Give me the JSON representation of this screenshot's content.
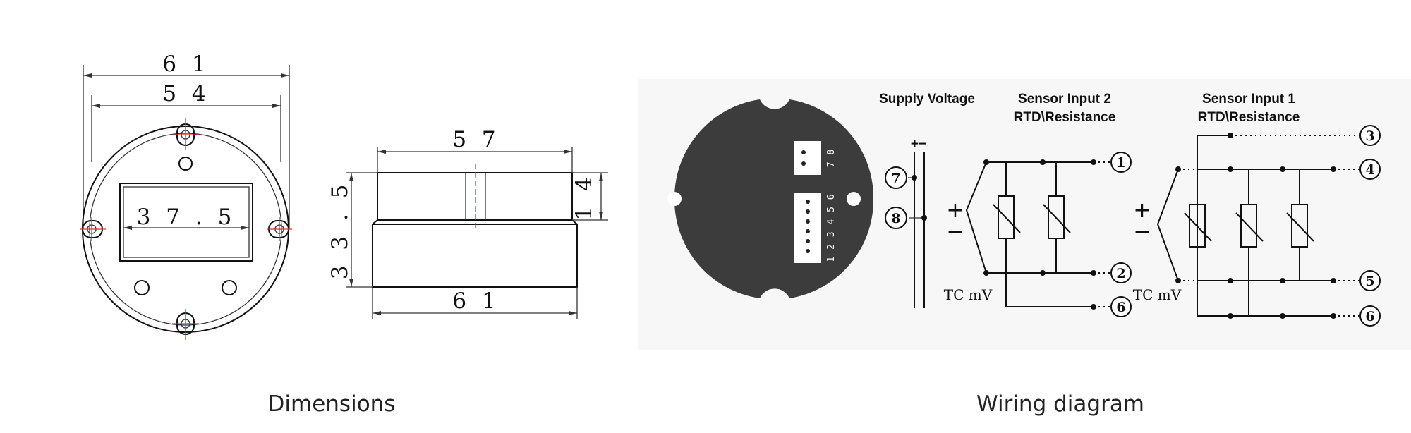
{
  "dimensions": {
    "caption": "Dimensions",
    "front_outer": "6 1",
    "front_inner": "5 4",
    "window_width": "3 7 . 5",
    "side_top": "5 7",
    "side_bottom": "6 1",
    "side_height": "3 3 . 5",
    "side_step": "1 4"
  },
  "wiring": {
    "caption": "Wiring diagram",
    "supply_header": "Supply Voltage",
    "sensor2_header_line1": "Sensor Input 2",
    "sensor2_header_line2": "RTD\\Resistance",
    "sensor1_header_line1": "Sensor Input 1",
    "sensor1_header_line2": "RTD\\Resistance",
    "supply_polarity": "+−",
    "plus": "+",
    "minus": "−",
    "tc_label": "TC mV",
    "pcb_terminal_small": "7 8",
    "pcb_terminal_large": "1 2 3 4 5 6",
    "pins": {
      "p1": "1",
      "p2": "2",
      "p3": "3",
      "p4": "4",
      "p5": "5",
      "p6": "6",
      "p7": "7",
      "p8": "8"
    }
  },
  "colors": {
    "pcb": "#3c3c3c",
    "center_line": "#e03030",
    "panel_bg": "#f7f7f7"
  }
}
